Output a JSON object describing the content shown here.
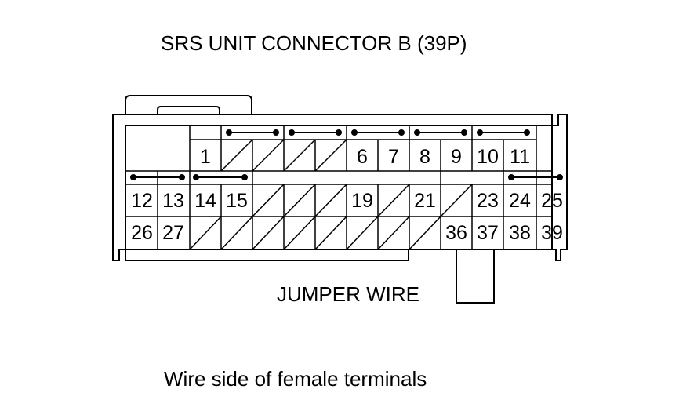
{
  "title": "SRS UNIT CONNECTOR B (39P)",
  "jumper_label": "JUMPER WIRE",
  "caption": "Wire side of female terminals",
  "pins": [
    "1",
    "6",
    "7",
    "8",
    "9",
    "10",
    "11",
    "12",
    "13",
    "14",
    "15",
    "19",
    "21",
    "23",
    "24",
    "25",
    "26",
    "27",
    "36",
    "37",
    "38",
    "39"
  ]
}
